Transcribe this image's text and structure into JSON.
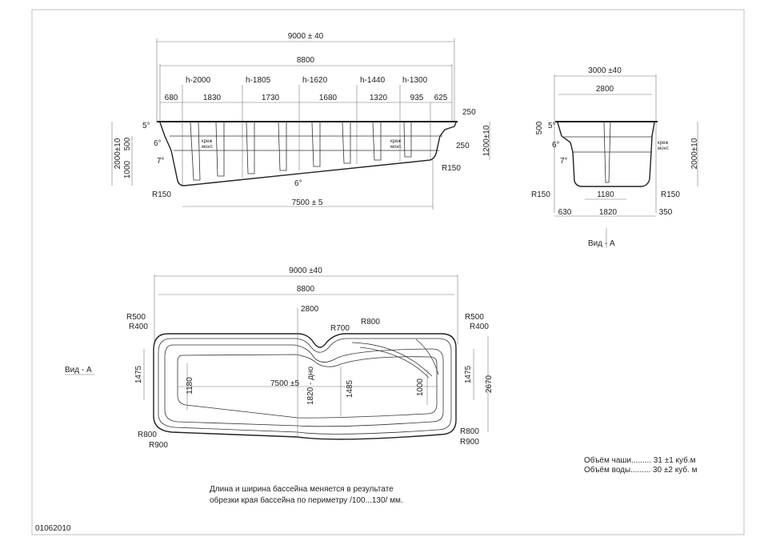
{
  "side_view": {
    "overall_length": "9000 ± 40",
    "rim_length": "8800",
    "depth_marks": [
      "h-2000",
      "h-1805",
      "h-1620",
      "h-1440",
      "h-1300"
    ],
    "segments": [
      "680",
      "1830",
      "1730",
      "1680",
      "1320",
      "935",
      "625"
    ],
    "angles": [
      "5°",
      "6°",
      "7°"
    ],
    "bottom_slope": "6°",
    "left_heights": [
      "2000±10",
      "500",
      "1000"
    ],
    "right_heights": [
      "1200±10",
      "250",
      "250"
    ],
    "radius_left": "R150",
    "radius_right": "R150",
    "bottom_length": "7500 ± 5",
    "bracket_label": [
      "креж",
      "монт."
    ]
  },
  "end_view": {
    "overall_width": "3000 ±40",
    "rim_width": "2800",
    "step_height": "500",
    "height": "2000±10",
    "angles": [
      "5°",
      "6°",
      "7°"
    ],
    "radius_left": "R150",
    "radius_right": "R150",
    "bottom_inner": "1180",
    "bottom_parts": [
      "630",
      "1820",
      "350"
    ],
    "bracket_label": [
      "креж",
      "монт."
    ],
    "view_label": "Вид - А"
  },
  "plan_view": {
    "overall_length": "9000 ±40",
    "rim_length": "8800",
    "width_mark": "2800",
    "radii_top_left": [
      "R500",
      "R400"
    ],
    "radii_top_right": [
      "R500",
      "R400"
    ],
    "radii_middle": [
      "R700",
      "R800"
    ],
    "radii_bottom_left": [
      "R800",
      "R900"
    ],
    "radii_bottom_right": [
      "R800",
      "R900"
    ],
    "left_width": "1475",
    "right_width": "1475",
    "total_width": "2670",
    "left_inner": "1180",
    "right_inner": "1000",
    "bottom_length": "7500 ±5",
    "bottom_width": "1820 - дно",
    "mid_width": "1485",
    "view_label": "Вид - А"
  },
  "volumes": {
    "bowl": "Объём чаши......... 31 ±1 куб.м",
    "water": "Объём воды......... 30 ±2 куб. м"
  },
  "note": [
    "Длина и ширина бассейна меняется в результате",
    "обрезки края бассейна по периметру /100...130/ мм."
  ],
  "drawing_number": "01062010"
}
